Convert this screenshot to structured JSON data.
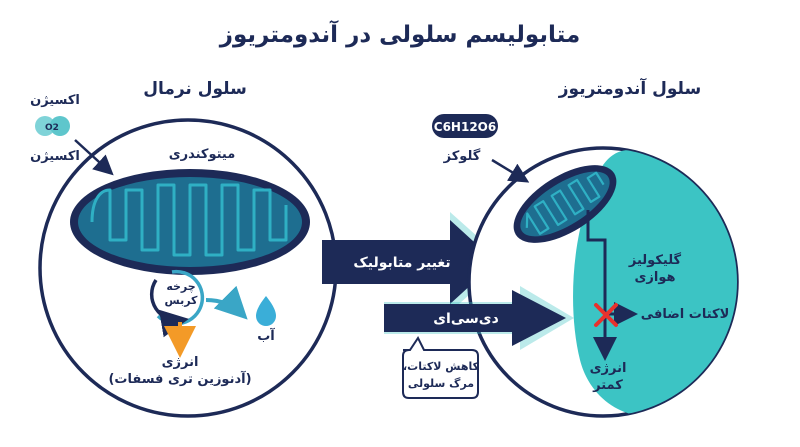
{
  "title": "متابولیسم سلولی در آندومتریوز",
  "normal_cell": {
    "heading": "سلول نرمال",
    "oxygen_top": "اکسیژن",
    "oxygen_symbol": "O2",
    "oxygen_bottom": "اکسیژن",
    "mitochondria": "میتوکندری",
    "krebs_line1": "چرخه",
    "krebs_line2": "کربس",
    "water": "آب",
    "energy_line1": "انرژی",
    "energy_line2": "(آدنوزین تری فسفات)"
  },
  "metabolic_shift": "تغییر متابولیک",
  "dca": "دی‌سی‌ای",
  "endo_cell": {
    "heading": "سلول آندومتریوز",
    "glucose_formula": "C6H12O6",
    "glucose": "گلوکز",
    "glycolysis_line1": "گلیکولیز",
    "glycolysis_line2": "هوازی",
    "extra_lactate": "لاکتات اضافی",
    "energy_line1": "انرژی",
    "energy_line2": "کمتر",
    "bubble_line1": "کاهش لاکتات،",
    "bubble_line2": "مرگ سلولی"
  },
  "colors": {
    "navy": "#1d2a57",
    "teal": "#3cc4c4",
    "mito_fill": "#1e6e90",
    "orange": "#f39a27",
    "red_x": "#e8322d",
    "water_drop": "#3aaed8"
  }
}
